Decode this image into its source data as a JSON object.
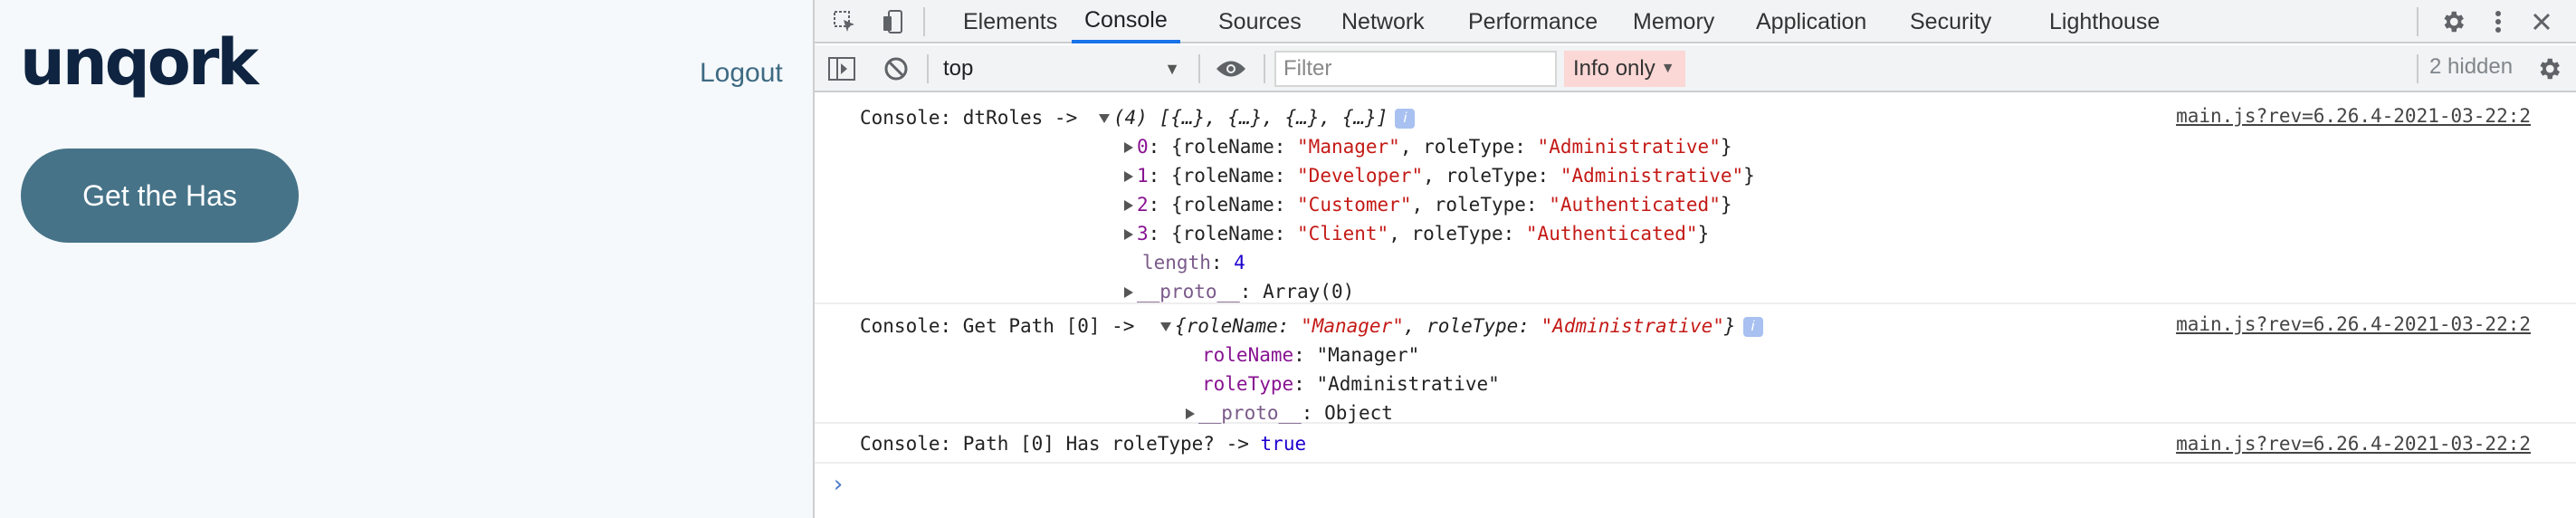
{
  "app": {
    "logo_text": "unqork",
    "logout_label": "Logout",
    "cta_label": "Get the Has"
  },
  "devtools": {
    "tabs": [
      {
        "label": "Elements"
      },
      {
        "label": "Console"
      },
      {
        "label": "Sources"
      },
      {
        "label": "Network"
      },
      {
        "label": "Performance"
      },
      {
        "label": "Memory"
      },
      {
        "label": "Application"
      },
      {
        "label": "Security"
      },
      {
        "label": "Lighthouse"
      }
    ],
    "active_tab": "Console",
    "context_select": "top",
    "filter_placeholder": "Filter",
    "log_levels": "Info only",
    "hidden_count": "2 hidden",
    "accent_color": "#1a73e8"
  },
  "console": {
    "messages": [
      {
        "label": "Console: dtRoles ->",
        "summary": "(4) [{…}, {…}, {…}, {…}]",
        "source": "main.js?rev=6.26.4-2021-03-22:2",
        "items": [
          {
            "index": "0",
            "roleName": "\"Manager\"",
            "roleType": "\"Administrative\""
          },
          {
            "index": "1",
            "roleName": "\"Developer\"",
            "roleType": "\"Administrative\""
          },
          {
            "index": "2",
            "roleName": "\"Customer\"",
            "roleType": "\"Authenticated\""
          },
          {
            "index": "3",
            "roleName": "\"Client\"",
            "roleType": "\"Authenticated\""
          }
        ],
        "length_key": "length",
        "length_value": "4",
        "proto_key": "__proto__",
        "proto_value": "Array(0)"
      },
      {
        "label": "Console: Get Path [0] ->",
        "summary_roleName": "\"Manager\"",
        "summary_roleType": "\"Administrative\"",
        "source": "main.js?rev=6.26.4-2021-03-22:2",
        "roleName_key": "roleName",
        "roleName_value": "\"Manager\"",
        "roleType_key": "roleType",
        "roleType_value": "\"Administrative\"",
        "proto_key": "__proto__",
        "proto_value": "Object"
      },
      {
        "label": "Console: Path [0] Has roleType? ->",
        "value": "true",
        "source": "main.js?rev=6.26.4-2021-03-22:2"
      }
    ],
    "prompt_symbol": "›"
  }
}
